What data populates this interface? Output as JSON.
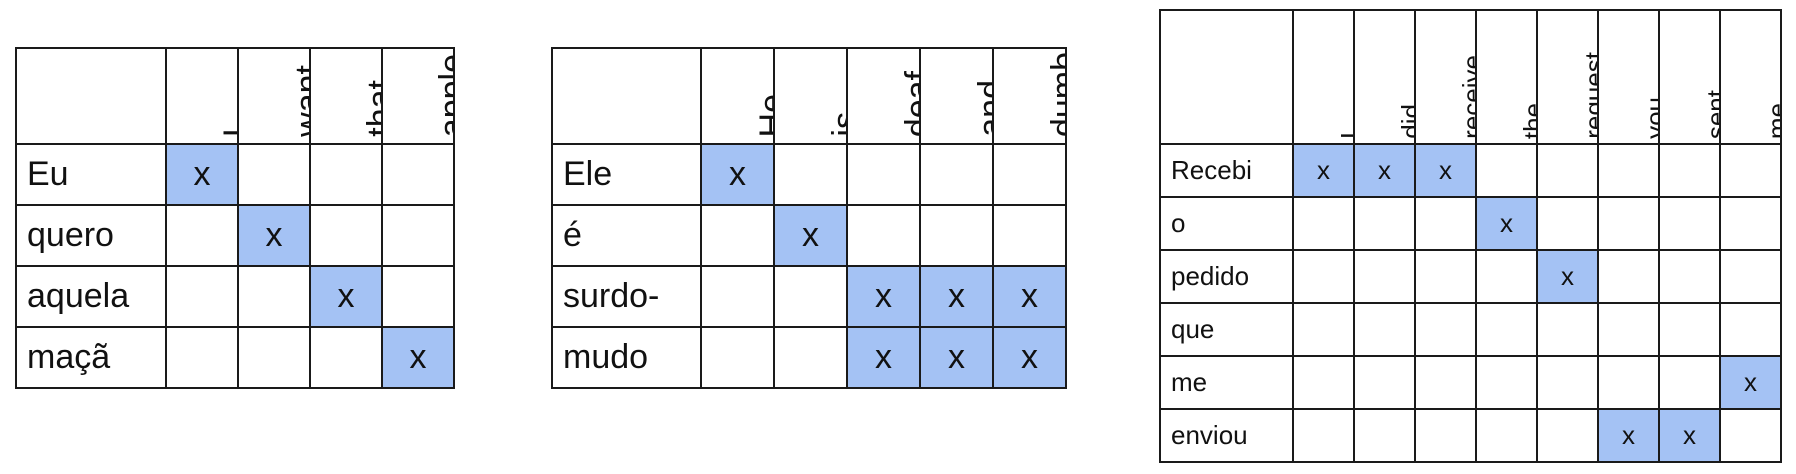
{
  "tables": [
    {
      "columns": [
        "I",
        "want",
        "that",
        "apple"
      ],
      "rows": [
        {
          "label": "Eu",
          "marks": [
            1,
            0,
            0,
            0
          ]
        },
        {
          "label": "quero",
          "marks": [
            0,
            1,
            0,
            0
          ]
        },
        {
          "label": "aquela",
          "marks": [
            0,
            0,
            1,
            0
          ]
        },
        {
          "label": "maçã",
          "marks": [
            0,
            0,
            0,
            1
          ]
        }
      ]
    },
    {
      "columns": [
        "He",
        "is",
        "deaf",
        "and",
        "dumb"
      ],
      "rows": [
        {
          "label": "Ele",
          "marks": [
            1,
            0,
            0,
            0,
            0
          ]
        },
        {
          "label": "é",
          "marks": [
            0,
            1,
            0,
            0,
            0
          ]
        },
        {
          "label": "surdo-",
          "marks": [
            0,
            0,
            1,
            1,
            1
          ]
        },
        {
          "label": "mudo",
          "marks": [
            0,
            0,
            1,
            1,
            1
          ]
        }
      ]
    },
    {
      "columns": [
        "I",
        "did",
        "receive",
        "the",
        "request",
        "you",
        "sent",
        "me"
      ],
      "rows": [
        {
          "label": "Recebi",
          "marks": [
            1,
            1,
            1,
            0,
            0,
            0,
            0,
            0
          ]
        },
        {
          "label": "o",
          "marks": [
            0,
            0,
            0,
            1,
            0,
            0,
            0,
            0
          ]
        },
        {
          "label": "pedido",
          "marks": [
            0,
            0,
            0,
            0,
            1,
            0,
            0,
            0
          ]
        },
        {
          "label": "que",
          "marks": [
            0,
            0,
            0,
            0,
            0,
            0,
            0,
            0
          ]
        },
        {
          "label": "me",
          "marks": [
            0,
            0,
            0,
            0,
            0,
            0,
            0,
            1
          ]
        },
        {
          "label": "enviou",
          "marks": [
            0,
            0,
            0,
            0,
            0,
            1,
            1,
            0
          ]
        }
      ]
    }
  ],
  "mark_symbol": "x",
  "colors": {
    "highlight": "#a4c2f4",
    "border": "#1a1a1a"
  }
}
